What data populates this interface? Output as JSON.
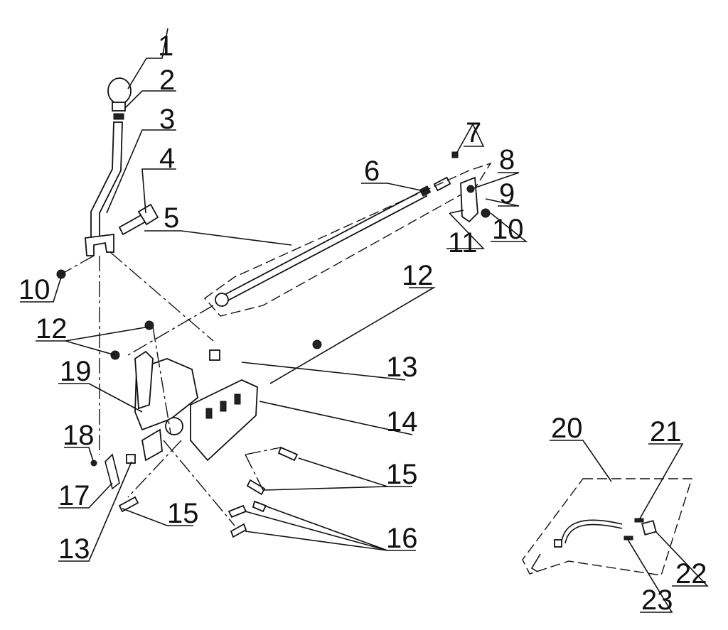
{
  "callouts": {
    "c1": "1",
    "c2": "2",
    "c3": "3",
    "c4": "4",
    "c5": "5",
    "c6": "6",
    "c7": "7",
    "c8": "8",
    "c9": "9",
    "c10a": "10",
    "c10b": "10",
    "c11": "11",
    "c12a": "12",
    "c12b": "12",
    "c13a": "13",
    "c13b": "13",
    "c14": "14",
    "c15a": "15",
    "c15b": "15",
    "c16": "16",
    "c17": "17",
    "c18": "18",
    "c19": "19",
    "c20": "20",
    "c21": "21",
    "c22": "22",
    "c23": "23"
  }
}
